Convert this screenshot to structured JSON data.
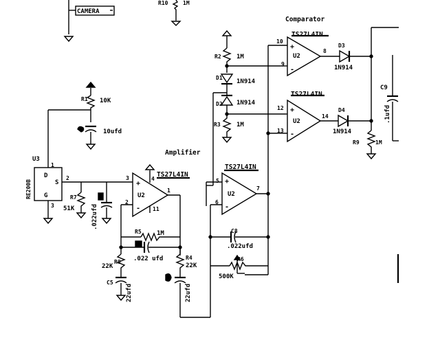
{
  "labels": {
    "camera": "CAMERA",
    "r_top_partial": "R10",
    "r_top_partial_val": "1M",
    "comparator": "Comparator",
    "amplifier": "Amplifier",
    "u2_top_part": "TS27L4IN",
    "u2_lower_part": "TS27L4IN",
    "u2_mid_part": "TS27L4IN",
    "u2_amp_part": "TS27L4IN",
    "u2": "U2",
    "u3": "U3",
    "re200b": "RE200B",
    "pin_d": "D",
    "pin_s": "S",
    "pin_g": "G",
    "r2": "R2",
    "r2_val": "1M",
    "r3": "R3",
    "r3_val": "1M",
    "d1": "D1",
    "d1_part": "1N914",
    "d2": "D2",
    "d2_part": "1N914",
    "d3": "D3",
    "d3_part": "1N914",
    "d4": "D4",
    "d4_part": "1N914",
    "r1": "R1",
    "r1_val": "10K",
    "c1_val": "10ufd",
    "r4": "R4",
    "r4_val": "22K",
    "r5": "R5",
    "r5_val": "1M",
    "r6": "R6",
    "r6_val": "500K",
    "r7": "R7",
    "r7_val": "51K",
    "r8": "R8",
    "r8_val": "22K",
    "r9": "R9",
    "r9_val": "1M",
    "c3_val": ".022ufd",
    "c4_val": ".022 ufd",
    "c5": "C5",
    "c5_val": "22ufd",
    "c6_val": "22ufd",
    "c7_val": ".022ufd",
    "c8": "C8",
    "c9": "C9",
    "c9_val": ".1ufd",
    "pins": {
      "p1": "1",
      "p2": "2",
      "p3": "3",
      "p4": "4",
      "p5": "5",
      "p6": "6",
      "p7": "7",
      "p8": "8",
      "p9": "9",
      "p10": "10",
      "p11": "11",
      "p12": "12",
      "p13": "13",
      "p14": "14",
      "plus": "+",
      "minus": "-"
    }
  }
}
